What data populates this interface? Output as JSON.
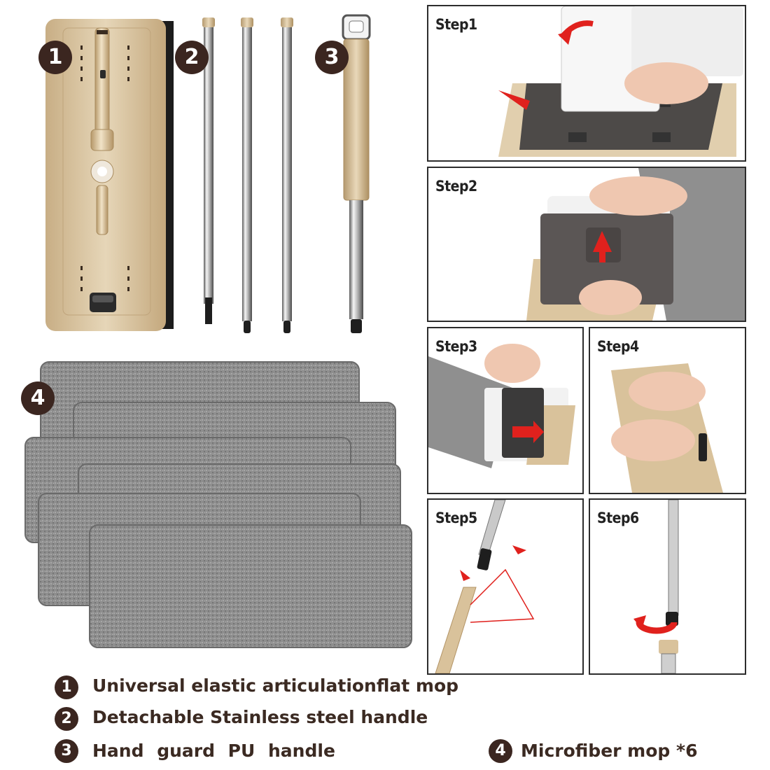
{
  "badges": {
    "b1": "1",
    "b2": "2",
    "b3": "3",
    "b4": "4"
  },
  "steps": [
    {
      "label": "Step1"
    },
    {
      "label": "Step2"
    },
    {
      "label": "Step3"
    },
    {
      "label": "Step4"
    },
    {
      "label": "Step5"
    },
    {
      "label": "Step6"
    }
  ],
  "legend": [
    {
      "number": "1",
      "text": "Universal elastic articulationflat mop"
    },
    {
      "number": "2",
      "text": "Detachable Stainless steel handle"
    },
    {
      "number": "3",
      "text": "Hand guard PU handle"
    },
    {
      "number": "4",
      "text": "Microfiber mop *6"
    }
  ],
  "colors": {
    "badge": "#3b2620",
    "champagne": "#d8c3a0",
    "steel": "#c9c9c9",
    "microfiber": "#8d8d8d",
    "arrow": "#e0211d",
    "panel_border": "#2d2d2d"
  }
}
